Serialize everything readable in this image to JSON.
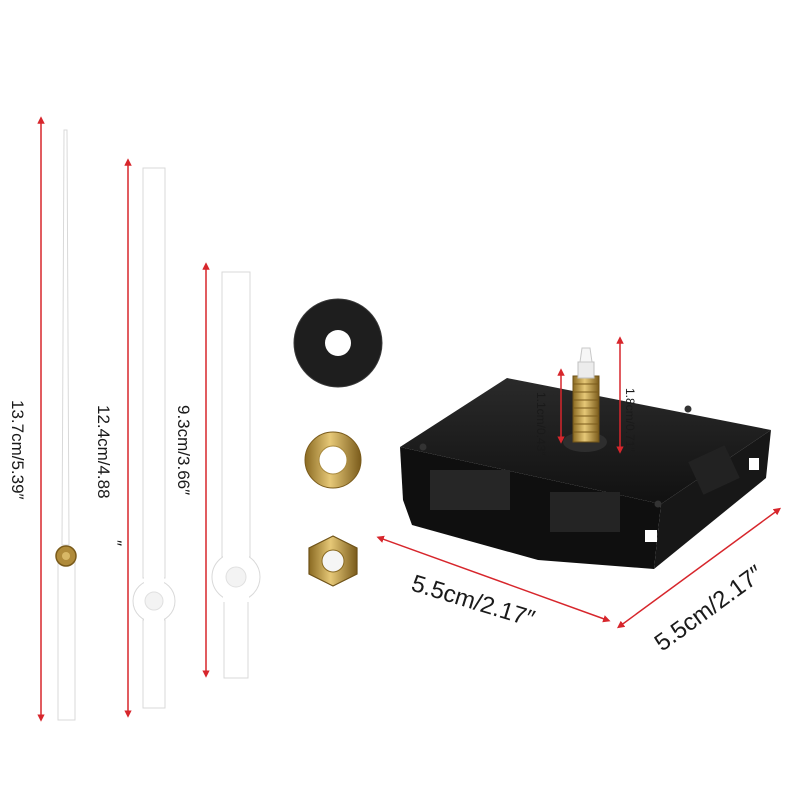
{
  "colors": {
    "background": "#ffffff",
    "dimension_line": "#d7262c",
    "hand": "#ffffff",
    "hand_outline": "#d9d9d9",
    "movement_body": "#1b1b1b",
    "brass": "#c9a24a",
    "gasket": "#1e1e1e"
  },
  "dimensions": {
    "second_hand": "13.7cm/5.39″",
    "minute_hand_value": "12.4cm/4.88",
    "minute_hand_mark": "″",
    "hour_hand": "9.3cm/3.66″",
    "shaft_thread": "1.1cm/0.43″",
    "shaft_total": "1.8cm/0.71″",
    "movement_width": "5.5cm/2.17″",
    "movement_depth": "5.5cm/2.17″"
  },
  "parts": {
    "hands": [
      "second-hand",
      "minute-hand",
      "hour-hand"
    ],
    "hardware": [
      "rubber-gasket",
      "brass-washer",
      "hex-nut"
    ],
    "movement": "quartz-clock-movement"
  }
}
